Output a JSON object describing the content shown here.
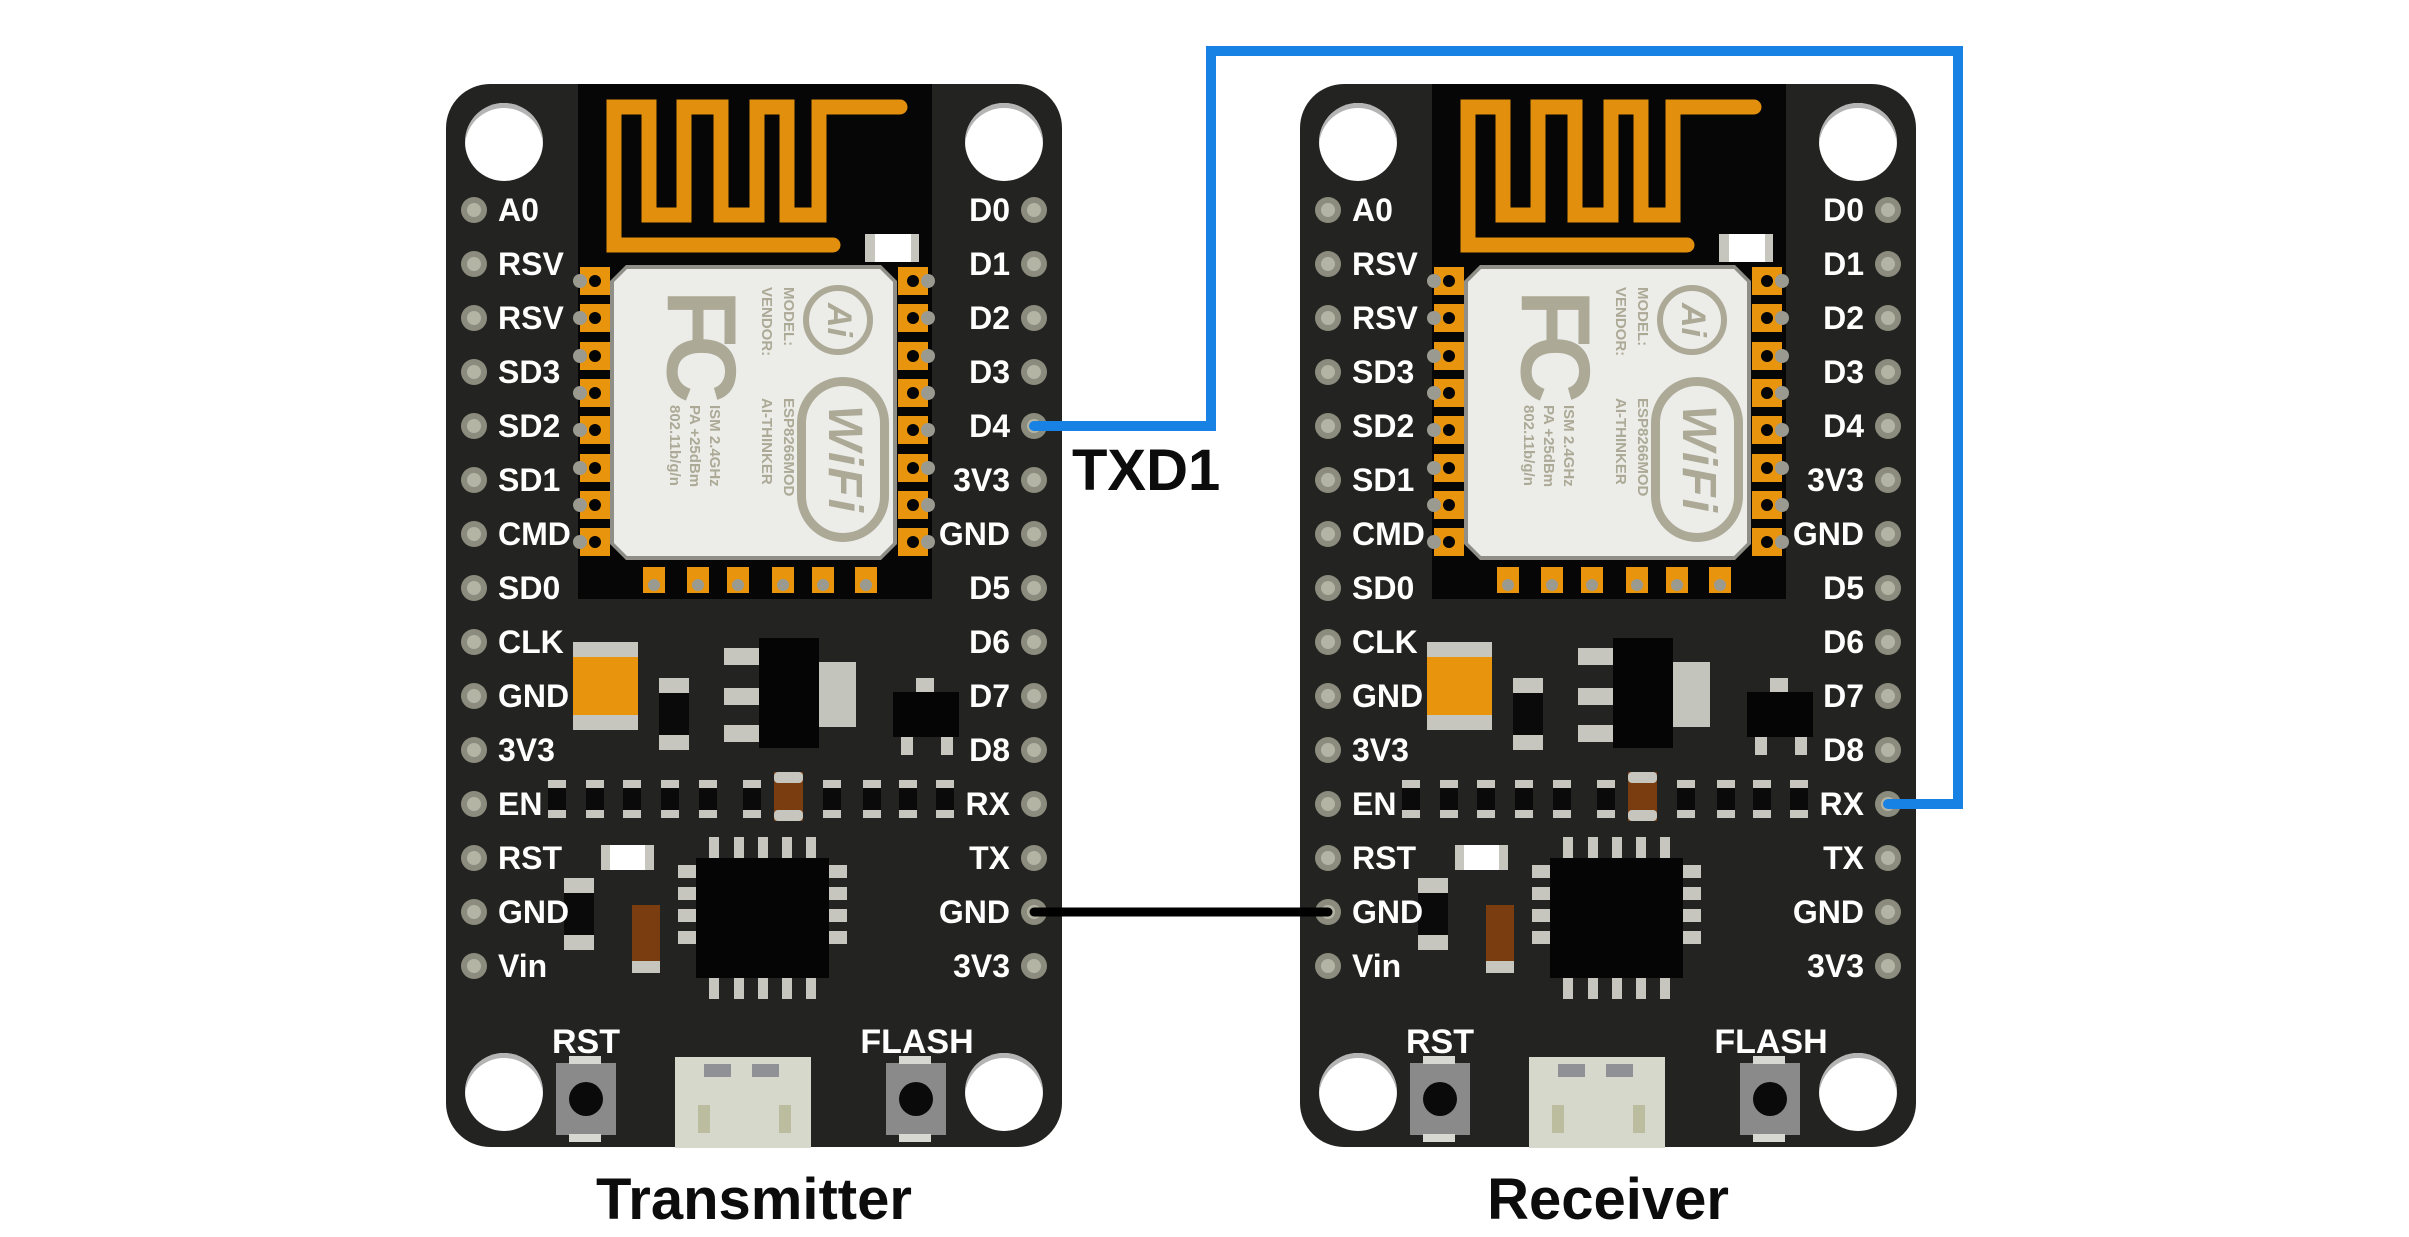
{
  "diagram": {
    "boards": [
      {
        "id": "transmitter",
        "label": "Transmitter"
      },
      {
        "id": "receiver",
        "label": "Receiver"
      }
    ],
    "wire_label": "TXD1",
    "wires": [
      {
        "name": "serial-wire",
        "color": "#1781e4",
        "from": "Transmitter D4 (TXD1)",
        "to": "Receiver RX"
      },
      {
        "name": "ground-wire",
        "color": "#000000",
        "from": "Transmitter GND",
        "to": "Receiver GND"
      }
    ]
  },
  "board": {
    "left_pins": [
      "A0",
      "RSV",
      "RSV",
      "SD3",
      "SD2",
      "SD1",
      "CMD",
      "SD0",
      "CLK",
      "GND",
      "3V3",
      "EN",
      "RST",
      "GND",
      "Vin"
    ],
    "right_pins": [
      "D0",
      "D1",
      "D2",
      "D3",
      "D4",
      "3V3",
      "GND",
      "D5",
      "D6",
      "D7",
      "D8",
      "RX",
      "TX",
      "GND",
      "3V3"
    ],
    "buttons": {
      "reset": "RST",
      "flash": "FLASH"
    },
    "module": {
      "fcc_logo": "FC",
      "ai_logo": "Ai",
      "wifi_logo": "WiFi",
      "model_label": "MODEL:",
      "model_value": "ESP8266MOD",
      "vendor_label": "VENDOR:",
      "vendor_value": "AI-THINKER",
      "specs": [
        "ISM 2.4GHz",
        "PA +25dBm",
        "802.11b/g/n"
      ]
    }
  },
  "colors": {
    "board": "#232321",
    "antenna_bg": "#060606",
    "trace_orange": "#e18f0c",
    "module_silver": "#ecede9",
    "module_text": "#aca996",
    "signal_wire": "#1781e4",
    "ground_wire": "#000000"
  }
}
